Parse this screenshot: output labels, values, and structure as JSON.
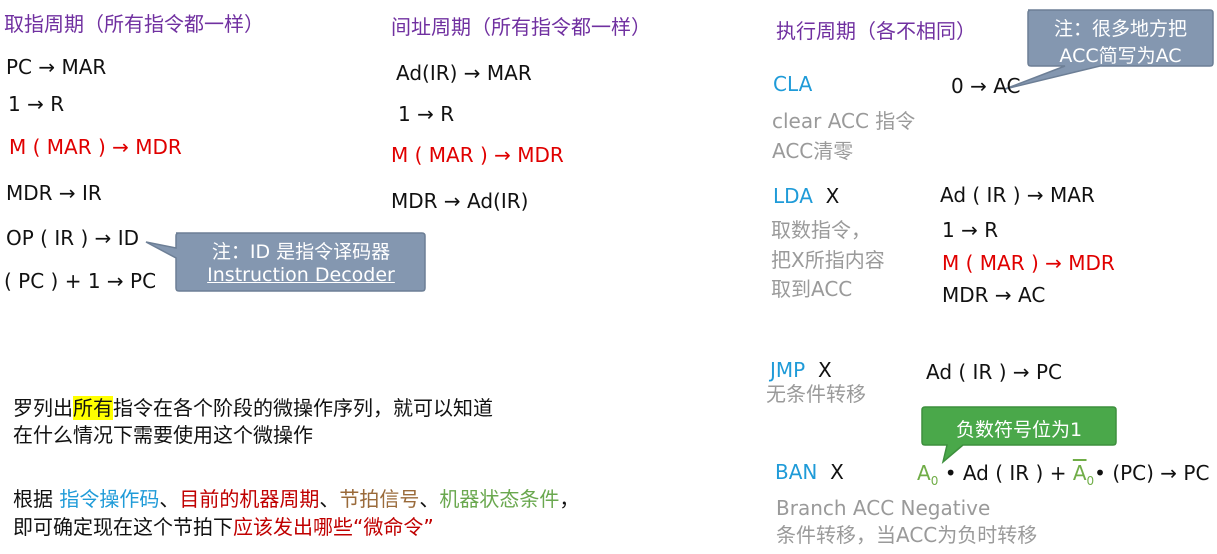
{
  "fetch": {
    "title": "取指周期（所有指令都一样）",
    "steps": [
      "PC → MAR",
      "1 → R",
      "M ( MAR ) → MDR",
      "MDR → IR",
      "OP ( IR ) → ID",
      "( PC ) + 1 → PC"
    ]
  },
  "indirect": {
    "title": "间址周期（所有指令都一样）",
    "steps": [
      "Ad(IR) → MAR",
      "1 → R",
      "M ( MAR ) → MDR",
      "MDR → Ad(IR)"
    ]
  },
  "exec": {
    "title": "执行周期（各不相同）",
    "cla": {
      "name": "CLA",
      "desc1": "clear ACC 指令",
      "desc2": "ACC清零",
      "op": "0 → AC"
    },
    "lda": {
      "name": "LDA",
      "arg": "X",
      "desc1": "取数指令，",
      "desc2": "把X所指内容",
      "desc3": "取到ACC",
      "steps": [
        "Ad ( IR ) → MAR",
        "1 → R",
        "M ( MAR ) → MDR",
        "MDR → AC"
      ]
    },
    "jmp": {
      "name": "JMP",
      "arg": "X",
      "desc": "无条件转移",
      "op": "Ad ( IR ) → PC"
    },
    "ban": {
      "name": "BAN",
      "arg": "X",
      "a0": "A",
      "a0sub": "0",
      "bullet": "•",
      "mid": "Ad ( IR ) +",
      "a0bar": "A",
      "a0barsub": "0",
      "tail": "(PC) → PC",
      "desc1": "Branch ACC Negative",
      "desc2": "条件转移，当ACC为负时转移"
    }
  },
  "callouts": {
    "id": {
      "line1": "注：ID 是指令译码器",
      "line2": "Instruction Decoder"
    },
    "acc": {
      "line1": "注：很多地方把",
      "line2": "ACC简写为AC"
    },
    "neg": {
      "text": "负数符号位为1"
    }
  },
  "notes": {
    "p1_pre": "罗列出",
    "p1_hl": "所有",
    "p1_post": "指令在各个阶段的微操作序列，就可以知道",
    "p1_line2": "在什么情况下需要使用这个微操作",
    "p2_a": "根据 ",
    "p2_b": "指令操作码",
    "p2_c": "、",
    "p2_d": "目前的机器周期",
    "p2_e": "、",
    "p2_f": "节拍信号",
    "p2_g": "、",
    "p2_h": "机器状态条件",
    "p2_i": "，",
    "p2_line2_a": "即可确定现在这个节拍下",
    "p2_line2_b": "应该发出哪些“微命令”"
  },
  "colors": {
    "callout_gray": "#8497b0",
    "callout_green": "#4aa84a",
    "accent_blue": "#1f9bd8"
  }
}
